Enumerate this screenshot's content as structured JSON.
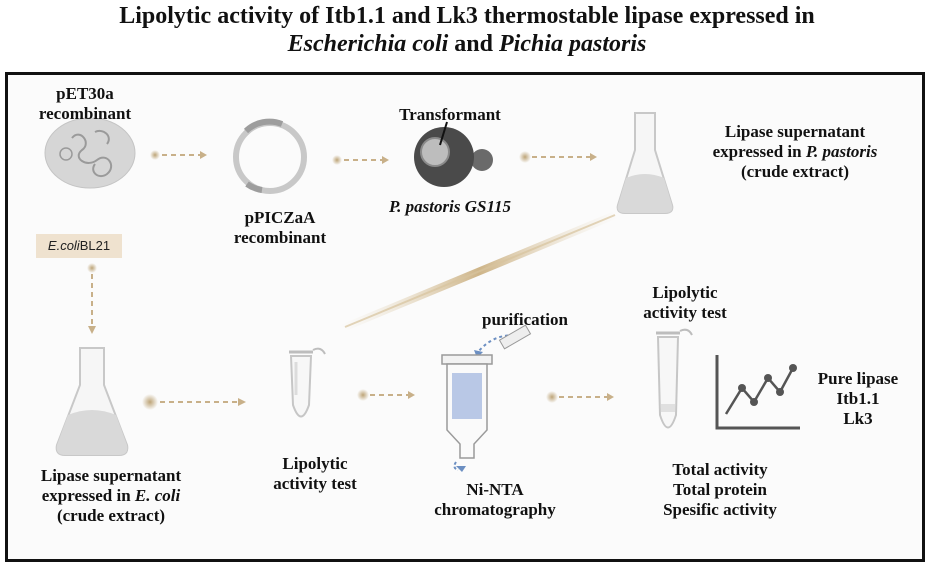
{
  "title": {
    "line1": "Lipolytic activity of Itb1.1 and Lk3 thermostable lipase expressed in",
    "line2_italic_a": "Escherichia coli",
    "line2_mid": " and ",
    "line2_italic_b": "Pichia pastoris"
  },
  "labels": {
    "pet30a_1": "pET30a",
    "pet30a_2": "recombinant",
    "ppiczaa_1": "pPICZaA",
    "ppiczaa_2": "recombinant",
    "transformant": "Transformant",
    "gs115": "P. pastoris GS115",
    "lipase_pp_1": "Lipase supernatant",
    "lipase_pp_2a": "expressed in ",
    "lipase_pp_2b": "P. pastoris",
    "lipase_pp_3": "(crude extract)",
    "ecoli_badge_a": "E.coli",
    "ecoli_badge_b": "BL21",
    "lipase_ec_1": "Lipase supernatant",
    "lipase_ec_2a": "expressed in ",
    "lipase_ec_2b": "E. coli",
    "lipase_ec_3": "(crude extract)",
    "lipolytic1_1": "Lipolytic",
    "lipolytic1_2": "activity test",
    "purification": "purification",
    "ninta_1": "Ni-NTA",
    "ninta_2": "chromatography",
    "lipolytic2_1": "Lipolytic",
    "lipolytic2_2": "activity test",
    "total_activity": "Total activity",
    "total_protein": "Total protein",
    "spesific_activity": "Spesific activity",
    "pure_1": "Pure lipase",
    "pure_2": "Itb1.1",
    "pure_3": "Lk3"
  },
  "colors": {
    "arrow": "#c8b089",
    "flask_liquid": "#d9d9d9",
    "column_resin": "#b9c8e6",
    "dark_cell": "#4a4a4a"
  }
}
